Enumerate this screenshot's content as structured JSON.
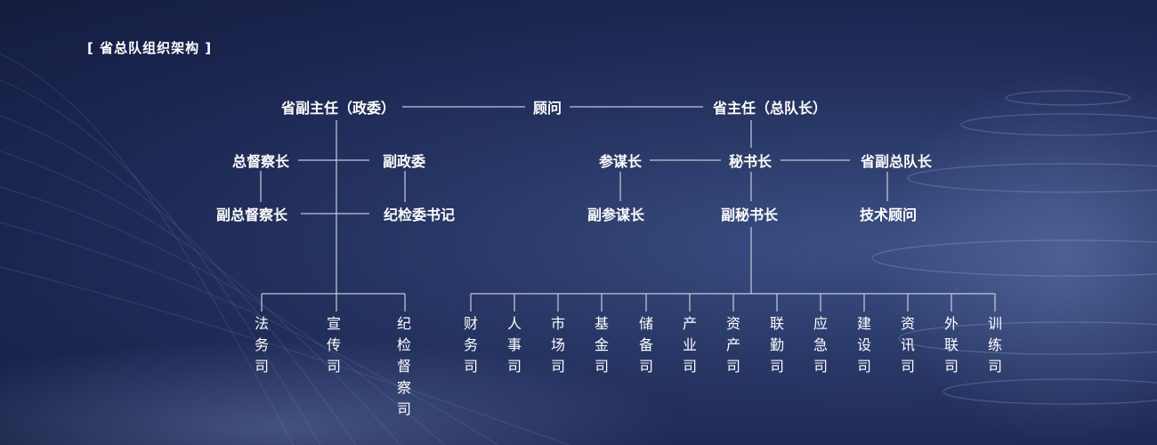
{
  "title": "[ 省总队组织架构 ]",
  "nodes": {
    "vice_director": "省副主任（政委）",
    "advisor": "顾问",
    "director": "省主任（总队长）",
    "chief_inspector": "总督察长",
    "vice_commissar": "副政委",
    "deputy_chief_inspector": "副总督察长",
    "discipline_secretary": "纪检委书记",
    "chief_of_staff": "参谋长",
    "secretary_general": "秘书长",
    "deputy_captain": "省副总队长",
    "deputy_chief_of_staff": "副参谋长",
    "deputy_secretary_general": "副秘书长",
    "tech_advisor": "技术顾问"
  },
  "departments_left": [
    "法务司",
    "宣传司",
    "纪检督察司"
  ],
  "departments_right": [
    "财务司",
    "人事司",
    "市场司",
    "基金司",
    "储备司",
    "产业司",
    "资产司",
    "联勤司",
    "应急司",
    "建设司",
    "资讯司",
    "外联司",
    "训练司"
  ],
  "colors": {
    "background": "#1b2550",
    "line": "#c8cedd",
    "text": "#ffffff"
  }
}
